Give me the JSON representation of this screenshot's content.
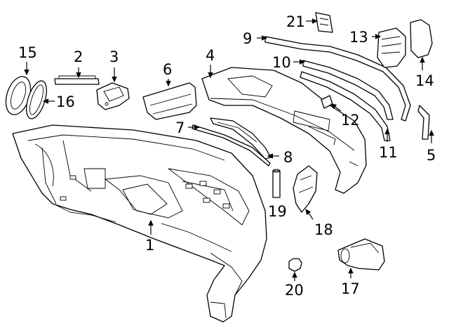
{
  "callouts": [
    {
      "id": "c1",
      "label": "1"
    },
    {
      "id": "c2",
      "label": "2"
    },
    {
      "id": "c3",
      "label": "3"
    },
    {
      "id": "c4",
      "label": "4"
    },
    {
      "id": "c5",
      "label": "5"
    },
    {
      "id": "c6",
      "label": "6"
    },
    {
      "id": "c7",
      "label": "7"
    },
    {
      "id": "c8",
      "label": "8"
    },
    {
      "id": "c9",
      "label": "9"
    },
    {
      "id": "c10",
      "label": "10"
    },
    {
      "id": "c11",
      "label": "11"
    },
    {
      "id": "c12",
      "label": "12"
    },
    {
      "id": "c13",
      "label": "13"
    },
    {
      "id": "c14",
      "label": "14"
    },
    {
      "id": "c15",
      "label": "15"
    },
    {
      "id": "c16",
      "label": "16"
    },
    {
      "id": "c17",
      "label": "17"
    },
    {
      "id": "c18",
      "label": "18"
    },
    {
      "id": "c19",
      "label": "19"
    },
    {
      "id": "c20",
      "label": "20"
    },
    {
      "id": "c21",
      "label": "21"
    }
  ]
}
